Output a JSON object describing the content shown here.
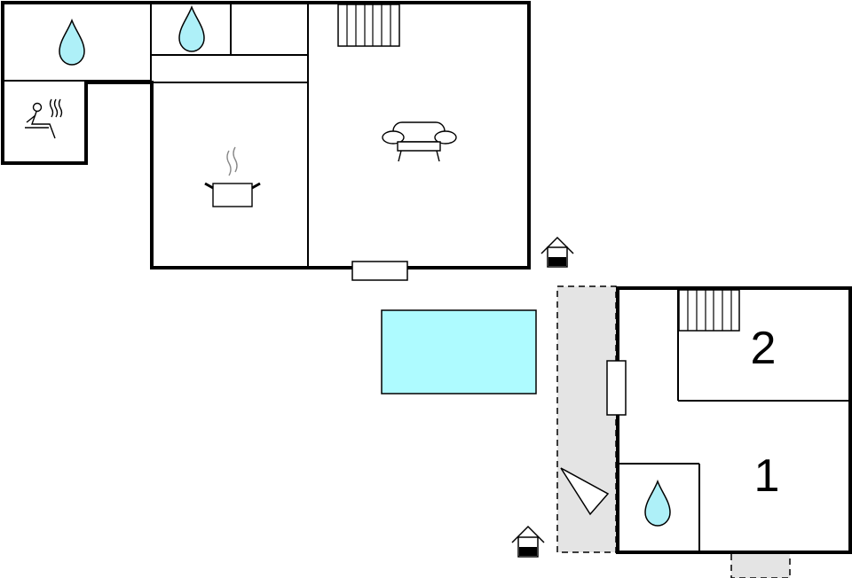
{
  "floor_plan": {
    "rooms": [
      {
        "number": "2",
        "type": "bedroom"
      },
      {
        "number": "1",
        "type": "bedroom"
      }
    ],
    "icons": [
      "water-drop-icon",
      "sauna-icon",
      "kitchen-pot-icon",
      "sofa-icon",
      "stairs-icon",
      "entrance-icon",
      "terrace-icon"
    ],
    "colors": {
      "wall": "#000000",
      "pool": "#aefbff",
      "water_drop": "#aef0f8",
      "terrace": "#e4e4e4"
    }
  }
}
